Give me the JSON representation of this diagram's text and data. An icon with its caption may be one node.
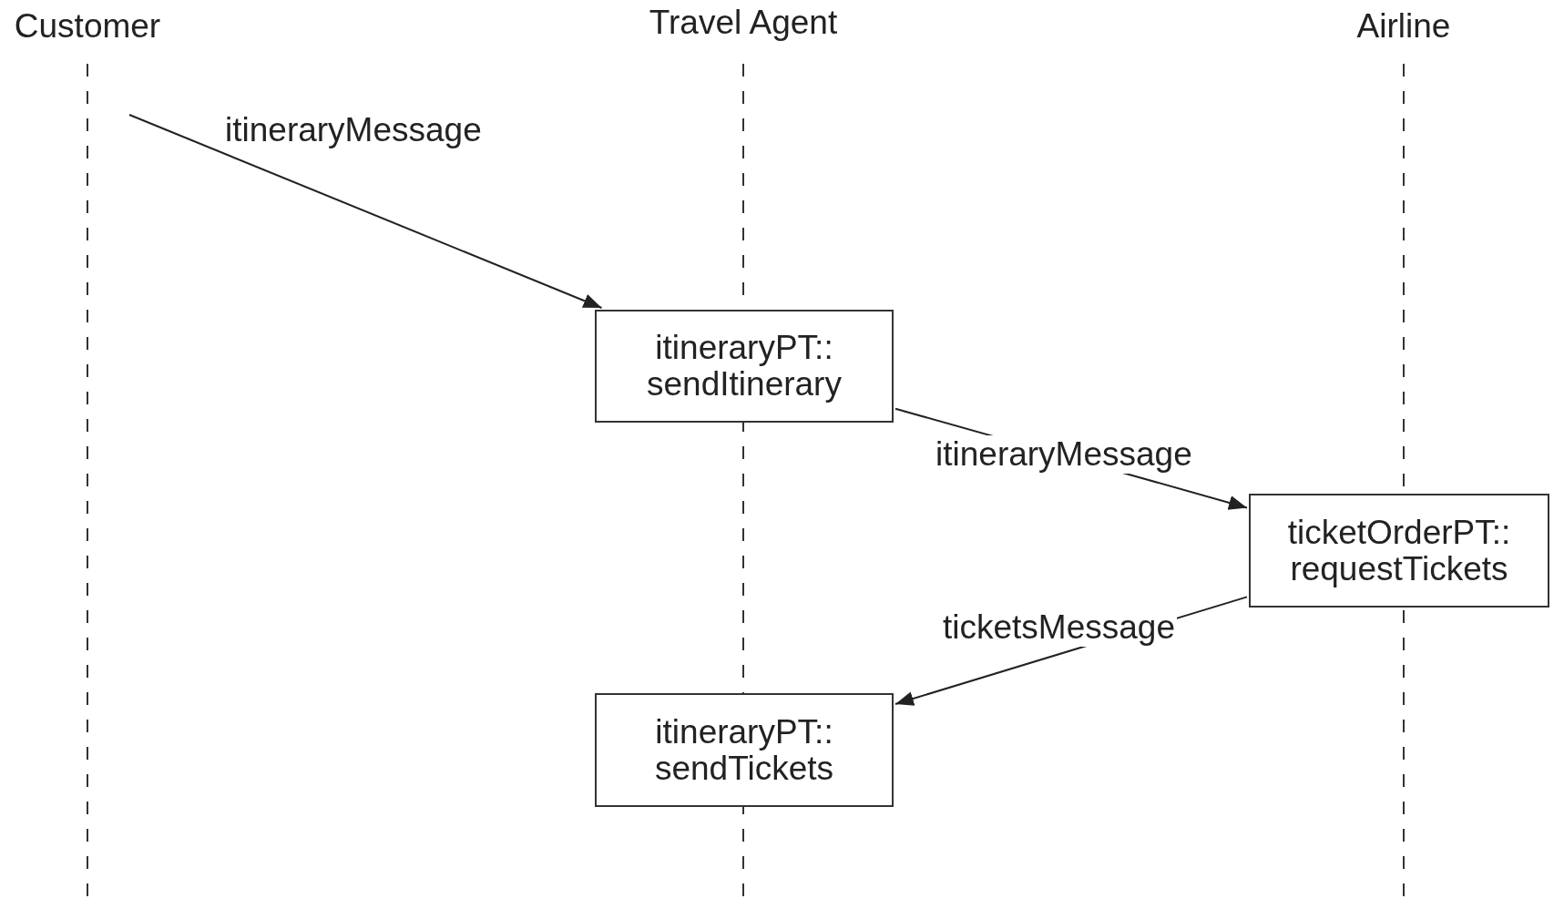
{
  "diagram": {
    "nodes": [
      {
        "text": [
          "Customer"
        ]
      },
      {
        "text": [
          "Travel Agent"
        ]
      },
      {
        "text": [
          "Airline"
        ]
      },
      {
        "text": [
          "itineraryPT:: sendItinerary"
        ]
      },
      {
        "text": [
          "ticketOrderPT:: requestTickets"
        ]
      },
      {
        "text": [
          "itineraryPT:: sendTickets"
        ]
      }
    ],
    "edges": [
      {
        "from": null,
        "to": 3,
        "arrow": "to",
        "label": "itineraryMessage"
      },
      {
        "from": 3,
        "to": 4,
        "arrow": "to",
        "label": "itineraryMessage"
      },
      {
        "from": 4,
        "to": 5,
        "arrow": "to",
        "label": "ticketsMessage"
      }
    ]
  }
}
